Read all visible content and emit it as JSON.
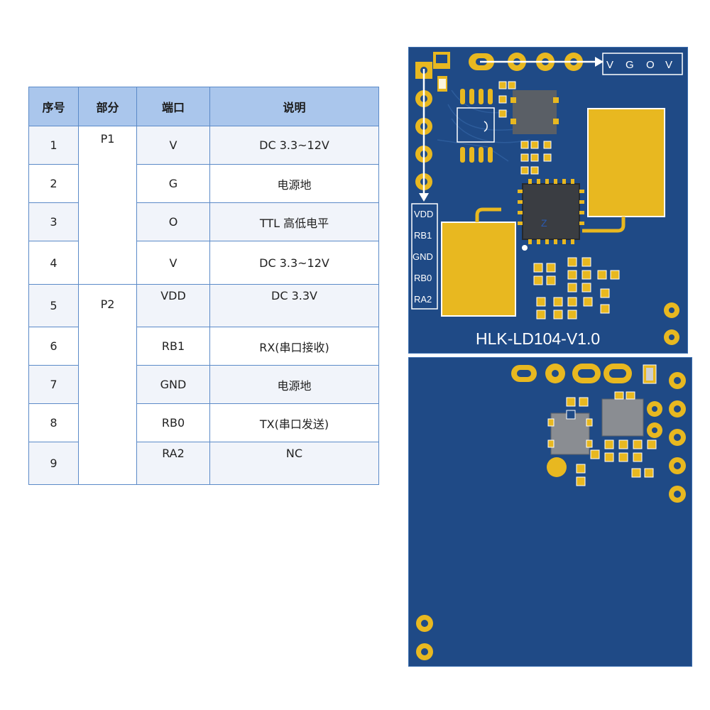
{
  "table": {
    "headers": [
      "序号",
      "部分",
      "端口",
      "说明"
    ],
    "groups": [
      {
        "part": "P1",
        "rows": [
          {
            "no": "1",
            "port": "V",
            "desc": "DC 3.3~12V"
          },
          {
            "no": "2",
            "port": "G",
            "desc": "电源地"
          },
          {
            "no": "3",
            "port": "O",
            "desc": "TTL  高低电平"
          },
          {
            "no": "4",
            "port": "V",
            "desc": "DC 3.3~12V"
          }
        ]
      },
      {
        "part": "P2",
        "rows": [
          {
            "no": "5",
            "port": "VDD",
            "desc": "DC 3.3V"
          },
          {
            "no": "6",
            "port": "RB1",
            "desc": "RX(串口接收)"
          },
          {
            "no": "7",
            "port": "GND",
            "desc": "电源地"
          },
          {
            "no": "8",
            "port": "RB0",
            "desc": "TX(串口发送)"
          },
          {
            "no": "9",
            "port": "RA2",
            "desc": "NC"
          }
        ]
      }
    ]
  },
  "board_top": {
    "header_pins": [
      "V",
      "G",
      "O",
      "V"
    ],
    "side_pins": [
      "VDD",
      "RB1",
      "GND",
      "RB0",
      "RA2"
    ],
    "model": "HLK-LD104-V1.0",
    "chip_marking": "Z"
  },
  "colors": {
    "table_header": "#aac6ec",
    "table_border": "#5b8ac8",
    "pcb_blue": "#1f4a86",
    "pad_gold": "#e8b820"
  }
}
